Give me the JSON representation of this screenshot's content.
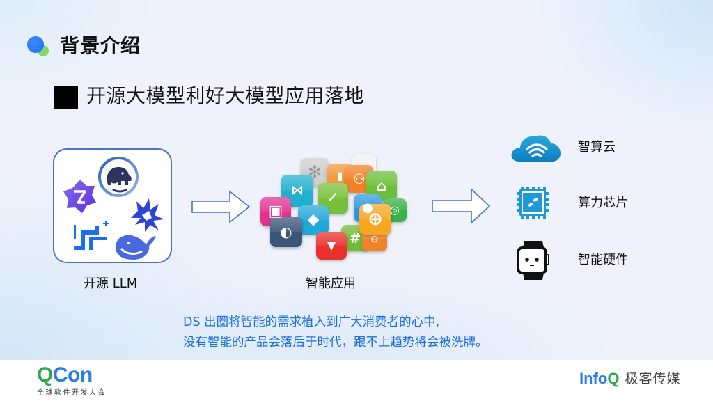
{
  "header": {
    "title": "背景介绍",
    "subtitle": "开源大模型利好大模型应用落地"
  },
  "flow": {
    "source": {
      "caption": "开源 LLM",
      "logos": [
        "qwen-logo",
        "elephant-logo",
        "hunyuan-logo",
        "spark-burst-logo",
        "deepseek-whale-logo"
      ]
    },
    "middle": {
      "caption": "智能应用",
      "apps": [
        {
          "name": "grey-flower-app",
          "color": "#c8c8c8"
        },
        {
          "name": "light-orange-app",
          "color": "#f0a35a"
        },
        {
          "name": "orange-app",
          "color": "#f08a2c"
        },
        {
          "name": "orange-people-app",
          "color": "#f07f22"
        },
        {
          "name": "green-gift-app",
          "color": "#6cbf3a"
        },
        {
          "name": "teal-chat-app",
          "color": "#24b3cf"
        },
        {
          "name": "green-search-app",
          "color": "#7ac23c"
        },
        {
          "name": "blue-user-app",
          "color": "#2f9be0"
        },
        {
          "name": "green-chat-app",
          "color": "#38b24a"
        },
        {
          "name": "magenta-player-app",
          "color": "#e0338f"
        },
        {
          "name": "cyan-diamond-app",
          "color": "#22a7d9"
        },
        {
          "name": "orange-plus-app",
          "color": "#f7a623"
        },
        {
          "name": "navy-app",
          "color": "#3b5679"
        },
        {
          "name": "red-shield-app",
          "color": "#e8312c"
        },
        {
          "name": "green-grid-app",
          "color": "#74bb35"
        },
        {
          "name": "orange-bottom-app",
          "color": "#f0822a"
        }
      ]
    },
    "targets": [
      {
        "label": "智算云",
        "icon": "cloud-wifi-icon"
      },
      {
        "label": "算力芯片",
        "icon": "chip-icon"
      },
      {
        "label": "智能硬件",
        "icon": "smartwatch-icon"
      }
    ]
  },
  "highlight": {
    "line1": "DS 出圈将智能的需求植入到广大消费者的心中,",
    "line2": "没有智能的产品会落后于时代，跟不上趋势将会被洗牌。"
  },
  "footer": {
    "qcon": {
      "q": "Q",
      "rest": "Con",
      "sub": "全球软件开发大会"
    },
    "infoq": {
      "info": "Info",
      "q": "Q",
      "cn": "极客传媒"
    }
  },
  "colors": {
    "accent_blue": "#1c6fe0",
    "box_border": "#4a72c4",
    "qcon_green": "#2fa84f",
    "qcon_blue": "#2b7bea"
  }
}
